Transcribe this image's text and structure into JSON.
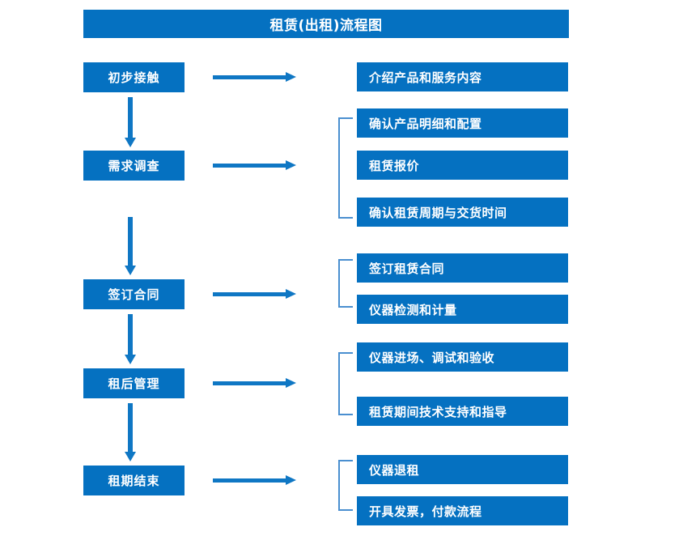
{
  "diagram": {
    "title": "租赁(出租)流程图",
    "colors": {
      "box_fill": "#0571c1",
      "box_text": "#ffffff",
      "arrow": "#0f77c4",
      "bracket": "#4a8fd0",
      "background": "#ffffff"
    },
    "stages": [
      {
        "id": "stage-1",
        "label": "初步接触",
        "details": [
          "介绍产品和服务内容"
        ],
        "bracketed": false
      },
      {
        "id": "stage-2",
        "label": "需求调查",
        "details": [
          "确认产品明细和配置",
          "租赁报价",
          "确认租赁周期与交货时间"
        ],
        "bracketed": true
      },
      {
        "id": "stage-3",
        "label": "签订合同",
        "details": [
          "签订租赁合同",
          "仪器检测和计量"
        ],
        "bracketed": true
      },
      {
        "id": "stage-4",
        "label": "租后管理",
        "details": [
          "仪器进场、调试和验收",
          "租赁期间技术支持和指导"
        ],
        "bracketed": true
      },
      {
        "id": "stage-5",
        "label": "租期结束",
        "details": [
          "仪器退租",
          "开具发票，付款流程"
        ],
        "bracketed": true
      }
    ]
  }
}
